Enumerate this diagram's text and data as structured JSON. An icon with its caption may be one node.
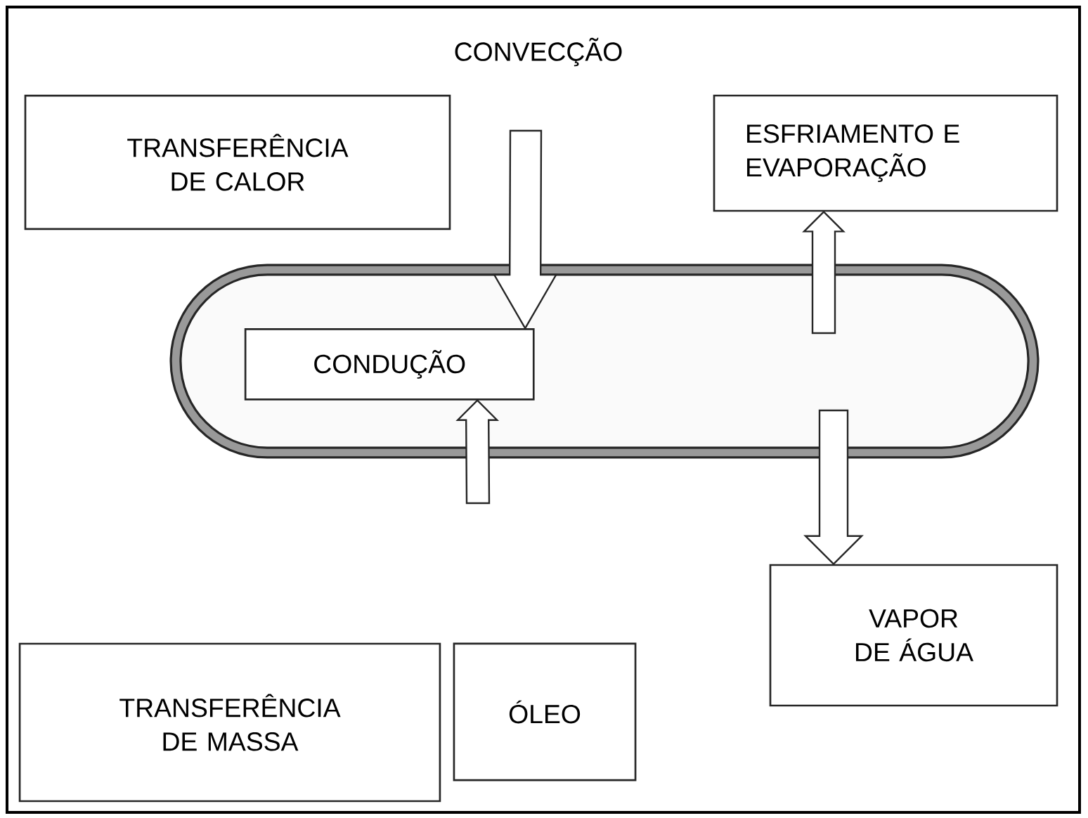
{
  "diagram": {
    "nodes": [
      {
        "text": [
          "TRANSFERÊNCIA DE CALOR"
        ]
      },
      {
        "text": [
          "ESFRIAMENTO E EVAPORAÇÃO"
        ]
      },
      {
        "text": [],
        "shape": "box"
      },
      {
        "text": [
          "CONDUÇÃO"
        ],
        "in": 2
      },
      {
        "text": [
          "VAPOR DE ÁGUA"
        ]
      },
      {
        "text": [
          "TRANSFERÊNCIA DE MASSA"
        ]
      },
      {
        "text": [
          "ÓLEO"
        ]
      }
    ],
    "edges": [
      {
        "from": null,
        "to": 3,
        "arrow": "to"
      },
      {
        "from": 2,
        "to": 1,
        "arrow": "to"
      },
      {
        "from": null,
        "to": 3,
        "arrow": "to"
      },
      {
        "from": 2,
        "to": 4,
        "arrow": "to"
      }
    ],
    "labels": [
      "CONVECÇÃO"
    ]
  }
}
